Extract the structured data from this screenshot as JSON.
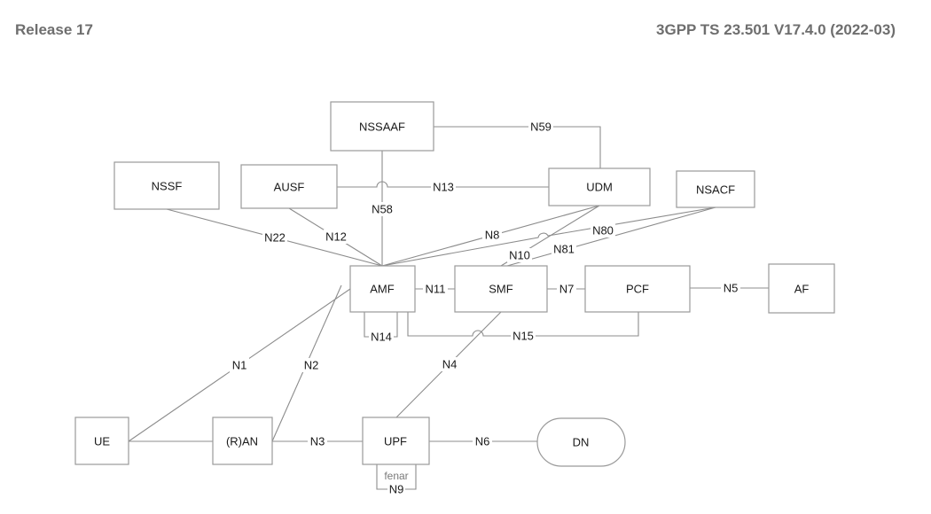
{
  "header": {
    "left": "Release 17",
    "right": "3GPP TS 23.501 V17.4.0 (2022-03)"
  },
  "network_functions": {
    "nssaaf": "NSSAAF",
    "nssf": "NSSF",
    "ausf": "AUSF",
    "udm": "UDM",
    "nsacf": "NSACF",
    "amf": "AMF",
    "smf": "SMF",
    "pcf": "PCF",
    "af": "AF",
    "ue": "UE",
    "ran": "(R)AN",
    "upf": "UPF",
    "dn": "DN"
  },
  "interfaces": {
    "n1": "N1",
    "n2": "N2",
    "n3": "N3",
    "n4": "N4",
    "n5": "N5",
    "n6": "N6",
    "n7": "N7",
    "n8": "N8",
    "n9": "N9",
    "n10": "N10",
    "n11": "N11",
    "n12": "N12",
    "n13": "N13",
    "n14": "N14",
    "n15": "N15",
    "n22": "N22",
    "n58": "N58",
    "n59": "N59",
    "n80": "N80",
    "n81": "N81"
  },
  "annotations": {
    "upf_loop_note": "fenar"
  }
}
